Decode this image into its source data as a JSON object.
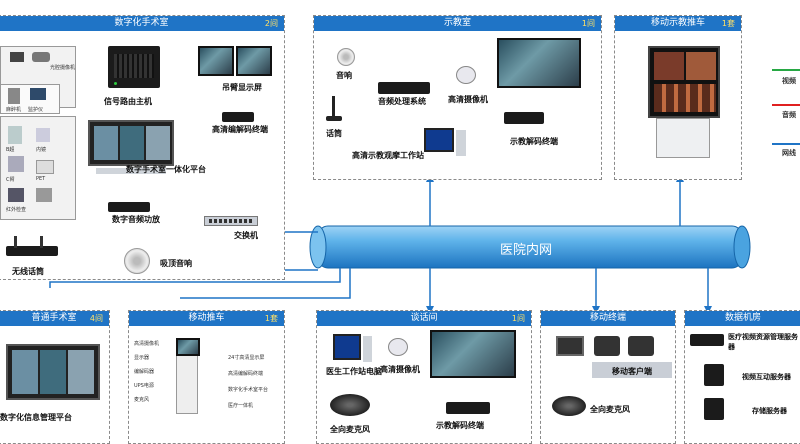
{
  "network": {
    "label": "医院内网"
  },
  "panels": {
    "digital_or": {
      "title": "数字化手术室",
      "count": "2间"
    },
    "teaching": {
      "title": "示教室",
      "count": "1间"
    },
    "cart_teach": {
      "title": "移动示教推车",
      "count": "1套"
    },
    "normal_or": {
      "title": "普通手术室",
      "count": "4间"
    },
    "cart": {
      "title": "移动推车",
      "count": "1套"
    },
    "talk": {
      "title": "谈话间",
      "count": "1间"
    },
    "mobile": {
      "title": "移动终端"
    },
    "datacenter": {
      "title": "数据机房"
    }
  },
  "digital_or": {
    "labels": {
      "router": "信号路由主机",
      "ceiling": "吊臂显示屏",
      "decoder": "高清编解码终端",
      "platform": "数字手术室一体化平台",
      "amp": "数字音频功放",
      "switch": "交换机",
      "mic": "无线话筒",
      "ceil_spk": "吸顶音响"
    },
    "small": [
      "光腔摄像机",
      "麻醉机",
      "监护仪",
      "B超",
      "内镜",
      "C臂",
      "PET",
      "红外检查"
    ]
  },
  "teaching": {
    "labels": {
      "speaker": "音响",
      "audio": "音频处理系统",
      "camera": "高清摄像机",
      "decoder": "示教解码终端",
      "mic": "话筒",
      "workstation": "高清示教观摩工作站"
    }
  },
  "legend": {
    "items": [
      "视频",
      "音频",
      "网线"
    ]
  },
  "normal_or": {
    "label": "数字化信息管理平台"
  },
  "cart": {
    "small": [
      "高清摄像机",
      "显示器",
      "编解码器",
      "UPS电源",
      "麦克风",
      "24寸高清显示屏",
      "高清编解码终端",
      "数字化手术室平台",
      "医疗一体机"
    ]
  },
  "talk": {
    "labels": {
      "pc": "医生工作站电脑",
      "camera": "高清摄像机",
      "mic": "全向麦克风",
      "decoder": "示教解码终端"
    }
  },
  "mobile": {
    "labels": {
      "client": "移动客户端",
      "mic": "全向麦克风"
    }
  },
  "datacenter": {
    "labels": {
      "mgmt": "医疗视频资源管理服务器",
      "interact": "视频互动服务器",
      "storage": "存储服务器"
    }
  }
}
